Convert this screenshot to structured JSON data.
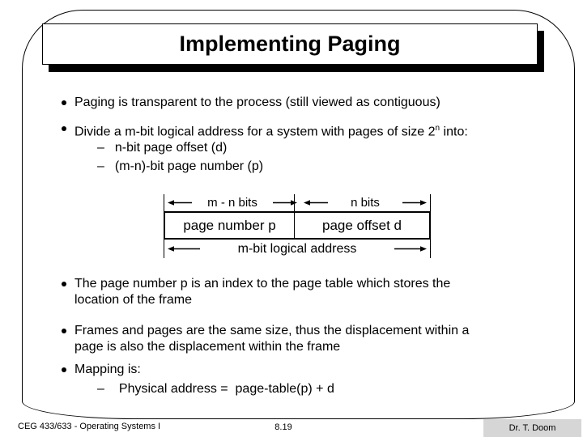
{
  "slide": {
    "title": "Implementing Paging",
    "bullets": {
      "dash": "–",
      "b1": "Paging is transparent to the process (still viewed as contiguous)",
      "b2_pre": "Divide a m-bit logical address for a system with pages of size 2",
      "b2_sup": "n",
      "b2_post": " into:",
      "s1": "n-bit page offset (d)",
      "s2": "(m-n)-bit page number (p)",
      "b3": [
        "The page number p is an index to the page table which stores the",
        "location of the frame"
      ],
      "b4": [
        "Frames and pages are the same size, thus the displacement within a",
        "page is also the displacement within the frame"
      ],
      "b5": "Mapping is:",
      "s3": "Physical address =  page-table(p) + d"
    },
    "diagram": {
      "top_left_label": "m - n bits",
      "top_right_label": "n bits",
      "cell_left": "page number p",
      "cell_right": "page offset d",
      "bottom_label": "m-bit logical address"
    },
    "footer": {
      "course": "CEG 433/633 - Operating Systems I",
      "page": "8.19",
      "author": "Dr. T. Doom"
    }
  }
}
